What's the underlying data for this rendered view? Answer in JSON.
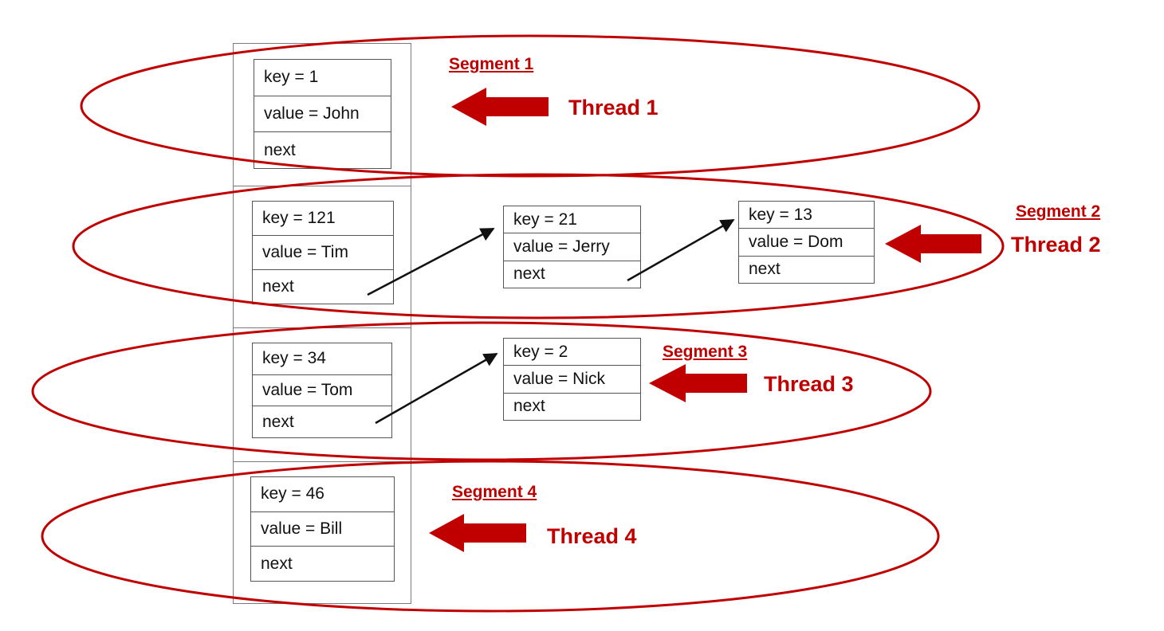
{
  "colors": {
    "accent": "#c00000",
    "border": "#555555",
    "text": "#111111"
  },
  "segments": [
    {
      "label": "Segment 1",
      "thread": "Thread 1",
      "nodes": [
        {
          "key": "key = 1",
          "value": "value = John",
          "next": "next"
        }
      ]
    },
    {
      "label": "Segment 2",
      "thread": "Thread 2",
      "nodes": [
        {
          "key": "key = 121",
          "value": "value = Tim",
          "next": "next"
        },
        {
          "key": "key = 21",
          "value": "value = Jerry",
          "next": "next"
        },
        {
          "key": "key = 13",
          "value": "value = Dom",
          "next": "next"
        }
      ]
    },
    {
      "label": "Segment 3",
      "thread": "Thread 3",
      "nodes": [
        {
          "key": "key = 34",
          "value": "value = Tom",
          "next": "next"
        },
        {
          "key": "key = 2",
          "value": "value = Nick",
          "next": "next"
        }
      ]
    },
    {
      "label": "Segment 4",
      "thread": "Thread 4",
      "nodes": [
        {
          "key": "key = 46",
          "value": "value = Bill",
          "next": "next"
        }
      ]
    }
  ]
}
